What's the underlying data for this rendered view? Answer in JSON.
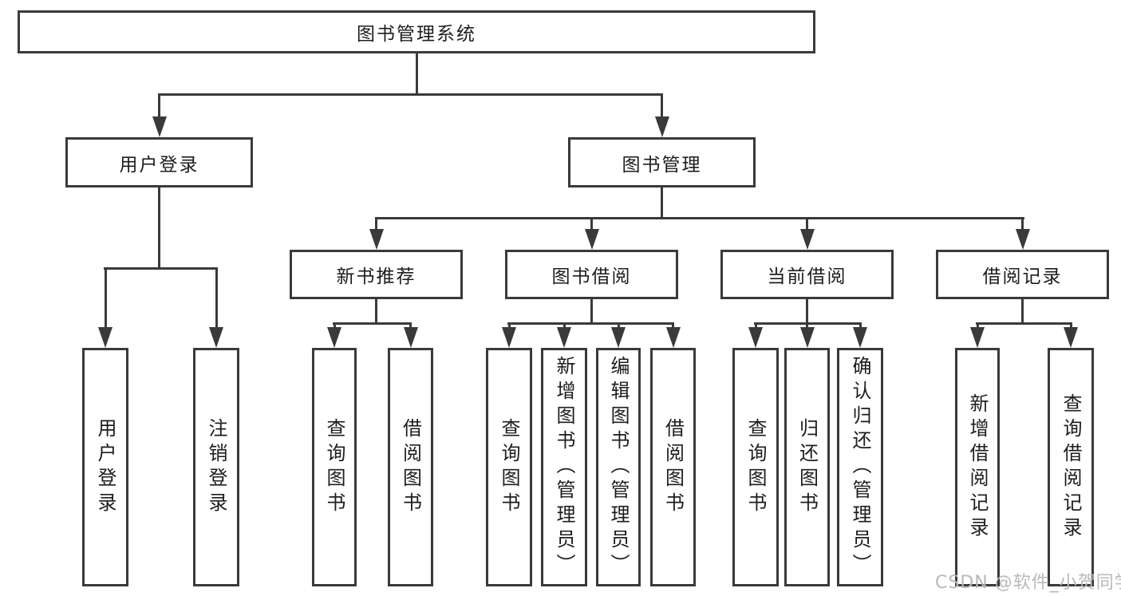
{
  "nodes": {
    "root": "图书管理系统",
    "user_login": "用户登录",
    "book_management": "图书管理",
    "new_book_recommend": "新书推荐",
    "book_borrowing": "图书借阅",
    "current_borrowing": "当前借阅",
    "borrowing_records": "借阅记录"
  },
  "leaves": {
    "user_login": [
      "用户登录",
      "注销登录"
    ],
    "new_book_recommend": [
      "查询图书",
      "借阅图书"
    ],
    "book_borrowing": [
      "查询图书",
      "新增图书（管理员）",
      "编辑图书（管理员）",
      "借阅图书"
    ],
    "current_borrowing": [
      "查询图书",
      "归还图书",
      "确认归还（管理员）"
    ],
    "borrowing_records": [
      "新增借阅记录",
      "查询借阅记录"
    ]
  },
  "watermark": {
    "text": "CSDN @软件_小贺同学"
  },
  "colors": {
    "line": "#3a3a3a",
    "text": "#1d1d1f",
    "background": "#ffffff",
    "watermark": "#b6b9bc"
  }
}
